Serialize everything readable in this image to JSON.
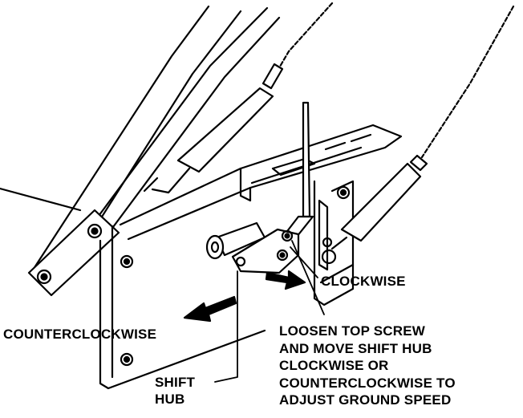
{
  "labels": {
    "clockwise": "CLOCKWISE",
    "counterclockwise": "COUNTERCLOCKWISE",
    "shift_hub": [
      "SHIFT",
      "HUB"
    ],
    "instruction": [
      "LOOSEN TOP SCREW",
      "AND MOVE SHIFT HUB",
      "CLOCKWISE OR",
      "COUNTERCLOCKWISE TO",
      "ADJUST GROUND SPEED"
    ]
  },
  "colors": {
    "ink": "#000000",
    "paper": "#ffffff"
  }
}
